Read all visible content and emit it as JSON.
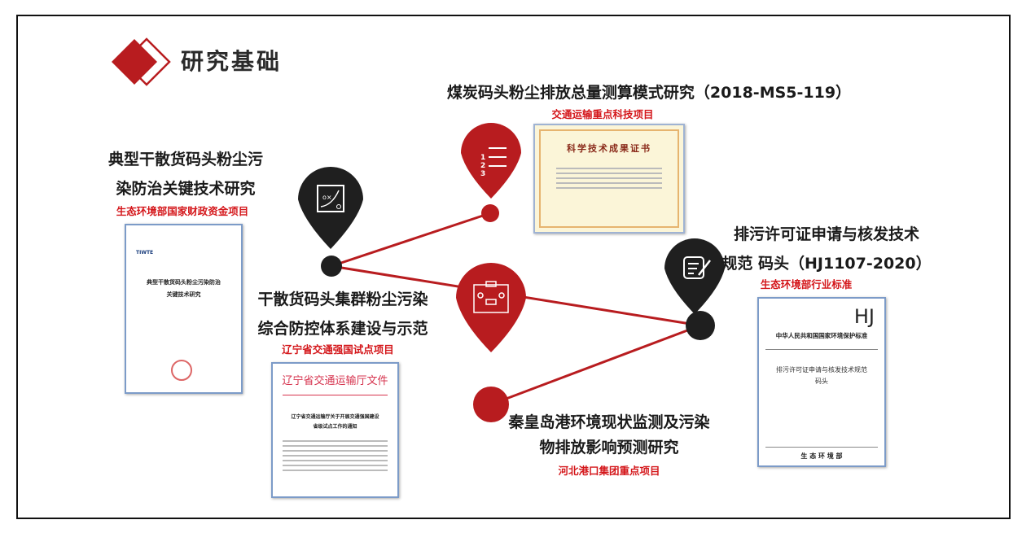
{
  "title": "研究基础",
  "colors": {
    "accent": "#b81c1f",
    "dark": "#1f1f1f",
    "link": "#c0181c"
  },
  "projects": [
    {
      "title_lines": [
        "典型干散货码头粉尘污",
        "染防治关键技术研究"
      ],
      "source": "生态环境部国家财政资金项目",
      "icon": "strategy-board-icon",
      "doc": {
        "logo": "TIWTE",
        "title_lines": [
          "典型干散货码头粉尘污染防治",
          "关键技术研究"
        ]
      }
    },
    {
      "title_lines": [
        "煤炭码头粉尘排放总量测算模式研究（2018-MS5-119）"
      ],
      "source": "交通运输重点科技项目",
      "icon": "numbered-list-icon",
      "doc": {
        "title": "科学技术成果证书"
      }
    },
    {
      "title_lines": [
        "干散货码头集群粉尘污染",
        "综合防控体系建设与示范"
      ],
      "source": "辽宁省交通强国试点项目",
      "icon": "flowchart-icon",
      "doc": {
        "header": "辽宁省交通运输厅文件",
        "title_lines": [
          "辽宁省交通运输厅关于开展交通强国建设",
          "省级试点工作的通知"
        ]
      }
    },
    {
      "title_lines": [
        "排污许可证申请与核发技术",
        "规范 码头（HJ1107-2020）"
      ],
      "source": "生态环境部行业标准",
      "icon": "edit-list-icon",
      "doc": {
        "mark": "HJ",
        "header": "中华人民共和国国家环境保护标准",
        "title_lines": [
          "排污许可证申请与核发技术规范",
          "码头"
        ],
        "issuer": "生 态 环 境 部"
      }
    },
    {
      "title_lines": [
        "秦皇岛港环境现状监测及污染",
        "物排放影响预测研究"
      ],
      "source": "河北港口集团重点项目"
    }
  ]
}
